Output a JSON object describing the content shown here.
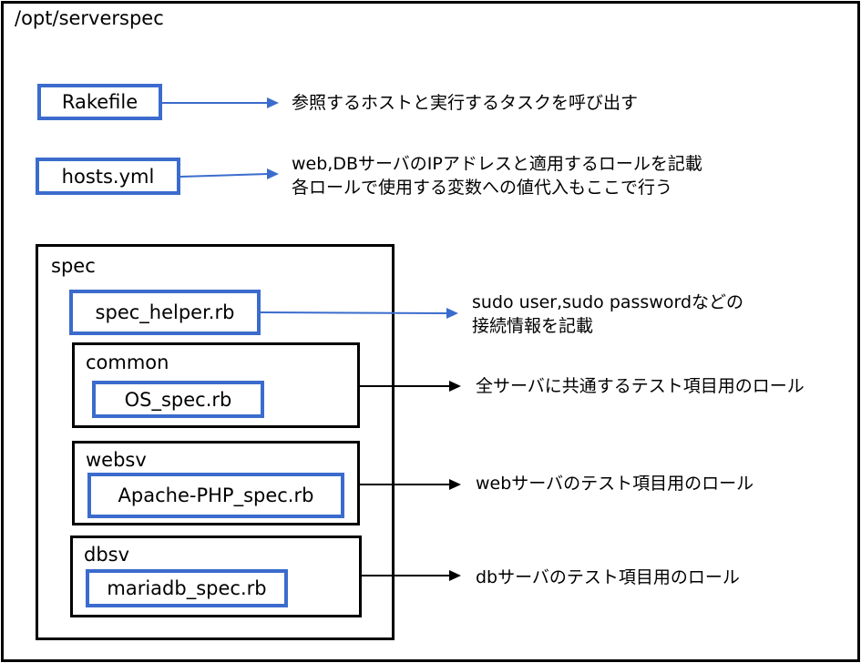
{
  "root": {
    "path": "/opt/serverspec"
  },
  "files": {
    "rakefile": "Rakefile",
    "hosts": "hosts.yml",
    "spec_helper": "spec_helper.rb",
    "os_spec": "OS_spec.rb",
    "apache_spec": "Apache-PHP_spec.rb",
    "mariadb_spec": "mariadb_spec.rb"
  },
  "dirs": {
    "spec": "spec",
    "common": "common",
    "websv": "websv",
    "dbsv": "dbsv"
  },
  "notes": {
    "rakefile": "参照するホストと実行するタスクを呼び出す",
    "hosts_line1": "web,DBサーバのIPアドレスと適用するロールを記載",
    "hosts_line2": "各ロールで使用する変数への値代入もここで行う",
    "spec_helper_line1": "sudo user,sudo passwordなどの",
    "spec_helper_line2": "接続情報を記載",
    "common": "全サーバに共通するテスト項目用のロール",
    "websv": "webサーバのテスト項目用のロール",
    "dbsv": "dbサーバのテスト項目用のロール"
  },
  "colors": {
    "file_border": "#3b6ccd",
    "dir_border": "#000000",
    "arrow_blue": "#3b6ccd",
    "arrow_black": "#000000"
  }
}
